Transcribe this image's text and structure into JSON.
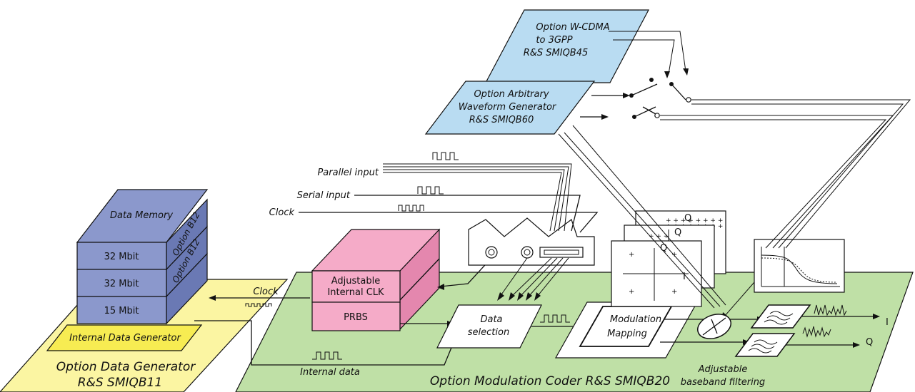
{
  "colors": {
    "green_platform": "#bfe0a6",
    "yellow_platform": "#fbf5a2",
    "blue_memory": "#8b98cc",
    "pink_block": "#f5abc8",
    "light_blue_option": "#b9dcf2"
  },
  "data_generator": {
    "title_line1": "Option Data Generator",
    "title_line2": "R&S SMIQB11",
    "internal_label": "Internal Data Generator",
    "memory_label": "Data Memory",
    "option_b12_a": "Option B12",
    "option_b12_b": "Option B12",
    "mem1": "32 Mbit",
    "mem2": "32 Mbit",
    "mem3": "15 Mbit"
  },
  "modulation_coder": {
    "title": "Option Modulation Coder R&S SMIQB20",
    "clk_line1": "Adjustable",
    "clk_line2": "Internal CLK",
    "prbs": "PRBS",
    "data_sel_line1": "Data",
    "data_sel_line2": "selection",
    "mapping_line1": "Modulation",
    "mapping_line2": "Mapping",
    "filter_line1": "Adjustable",
    "filter_line2": "baseband filtering",
    "out_i": "I",
    "out_q": "Q",
    "const_i": "I",
    "const_q1": "Q",
    "const_q2": "Q",
    "const_q3": "Q"
  },
  "signals": {
    "clock_bus": "Clock",
    "internal_data": "Internal data",
    "parallel_input": "Parallel input",
    "serial_input": "Serial input",
    "clock_input": "Clock"
  },
  "options": {
    "wcdma_line1": "Option W-CDMA",
    "wcdma_line2": "to 3GPP",
    "wcdma_line3": "R&S SMIQB45",
    "arb_line1": "Option Arbitrary",
    "arb_line2": "Waveform Generator",
    "arb_line3": "R&S SMIQB60"
  }
}
